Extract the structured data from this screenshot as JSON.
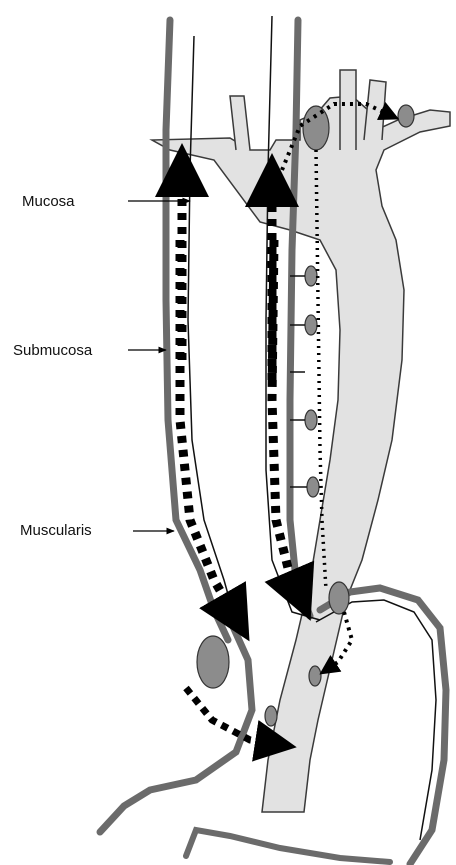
{
  "labels": {
    "mucosa": "Mucosa",
    "submucosa": "Submucosa",
    "muscularis": "Muscularis"
  },
  "colors": {
    "wall": "#6b6b6b",
    "lymph_node": "#8c8c8c",
    "aorta_fill": "#e2e2e2",
    "aorta_stroke": "#3a3a3a",
    "arrow": "#000000",
    "background": "#ffffff"
  }
}
